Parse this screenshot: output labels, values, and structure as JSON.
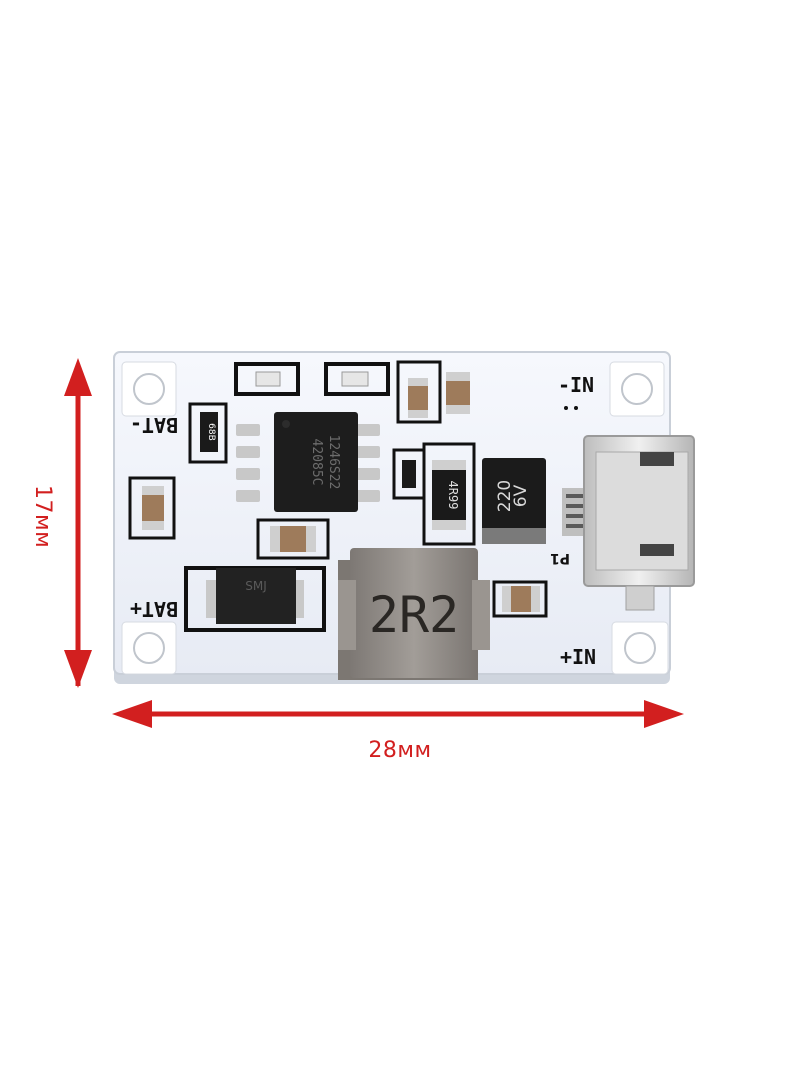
{
  "dimensions": {
    "height": "17мм",
    "width": "28мм"
  },
  "board_silkscreen": {
    "bat_minus": "BAT-",
    "bat_plus": "BAT+",
    "in_minus": "-IN",
    "in_plus": "+IN",
    "resistor_code": "68B",
    "ic_marking_line1": "1246S22",
    "ic_marking_line2": "42085C",
    "inductor_marking": "2R2",
    "small_inductor_marking": "4R99",
    "capacitor_marking_line1": "220",
    "capacitor_marking_line2": "6V",
    "connector_label": "P1",
    "diode_marking": "SMJ"
  },
  "colors": {
    "dimension_red": "#d21f1f",
    "pcb_white": "#f1f4fb",
    "pcb_edge": "#c9cfd8",
    "silkscreen_black": "#111111",
    "pad_silver": "#c8c8c8",
    "inductor_grey": "#8f8a86"
  }
}
